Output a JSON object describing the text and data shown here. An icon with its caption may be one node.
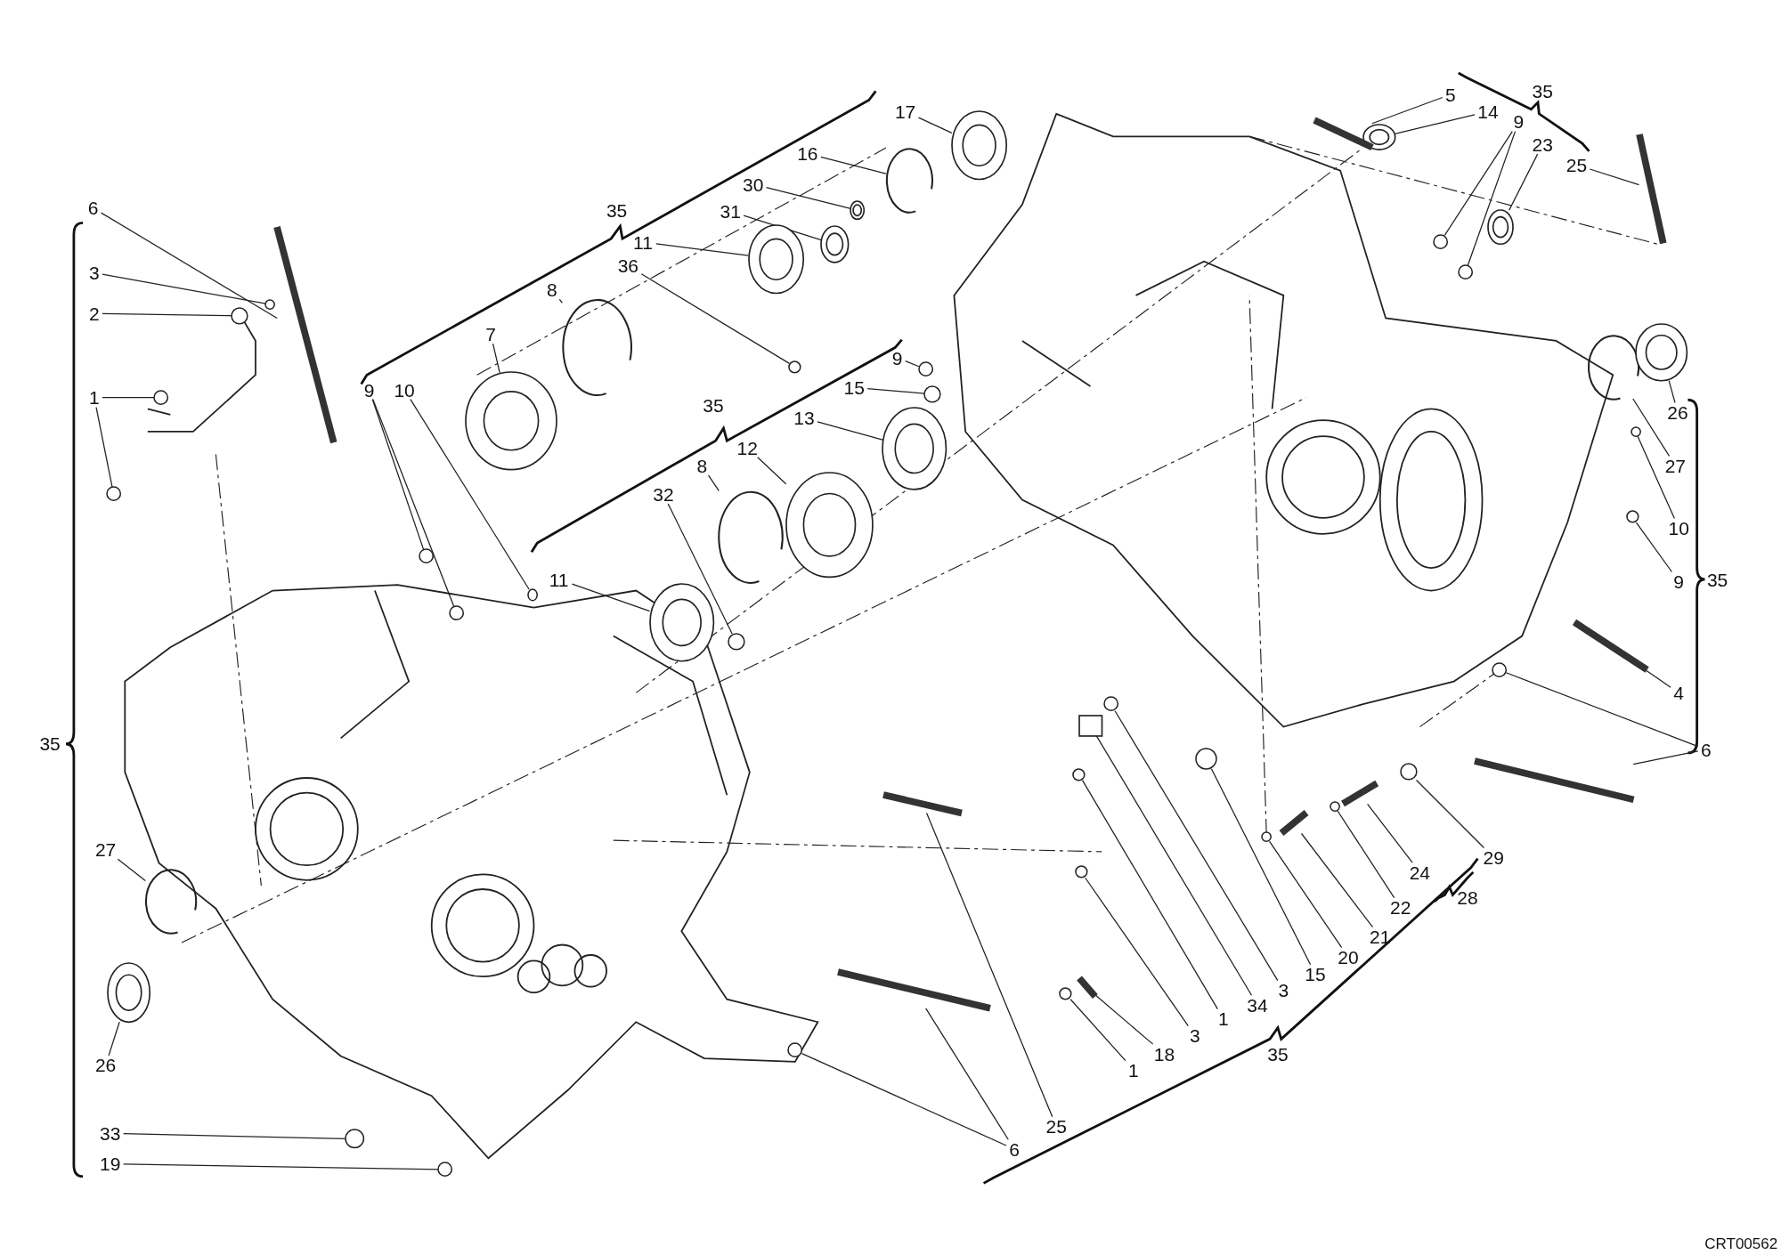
{
  "diagram": {
    "nodes": [
      {
        "text": [
          "6"
        ]
      },
      {
        "text": [
          "3"
        ]
      },
      {
        "text": [
          "2"
        ]
      },
      {
        "text": [
          "1"
        ]
      },
      {
        "text": [
          "27"
        ]
      },
      {
        "text": [
          "26"
        ]
      },
      {
        "text": [
          "33"
        ]
      },
      {
        "text": [
          "19"
        ]
      },
      {
        "text": [
          "9"
        ]
      },
      {
        "text": [
          "10"
        ]
      },
      {
        "text": [
          "7"
        ]
      },
      {
        "text": [
          "8"
        ]
      },
      {
        "text": [
          "11"
        ]
      },
      {
        "text": [
          "31"
        ]
      },
      {
        "text": [
          "30"
        ]
      },
      {
        "text": [
          "36"
        ]
      },
      {
        "text": [
          "16"
        ]
      },
      {
        "text": [
          "17"
        ]
      },
      {
        "text": [
          "9"
        ]
      },
      {
        "text": [
          "15"
        ]
      },
      {
        "text": [
          "13"
        ]
      },
      {
        "text": [
          "12"
        ]
      },
      {
        "text": [
          "8"
        ]
      },
      {
        "text": [
          "32"
        ]
      },
      {
        "text": [
          "11"
        ]
      },
      {
        "text": [
          "25"
        ]
      },
      {
        "text": [
          "6"
        ]
      },
      {
        "text": [
          "1"
        ]
      },
      {
        "text": [
          "18"
        ]
      },
      {
        "text": [
          "3"
        ]
      },
      {
        "text": [
          "1"
        ]
      },
      {
        "text": [
          "34"
        ]
      },
      {
        "text": [
          "3"
        ]
      },
      {
        "text": [
          "15"
        ]
      },
      {
        "text": [
          "20"
        ]
      },
      {
        "text": [
          "21"
        ]
      },
      {
        "text": [
          "22"
        ]
      },
      {
        "text": [
          "24"
        ]
      },
      {
        "text": [
          "29"
        ]
      },
      {
        "text": [
          "6"
        ]
      },
      {
        "text": [
          "4"
        ]
      },
      {
        "text": [
          "9"
        ]
      },
      {
        "text": [
          "10"
        ]
      },
      {
        "text": [
          "27"
        ]
      },
      {
        "text": [
          "26"
        ]
      },
      {
        "text": [
          "25"
        ]
      },
      {
        "text": [
          "23"
        ]
      },
      {
        "text": [
          "9"
        ]
      },
      {
        "text": [
          "14"
        ]
      },
      {
        "text": [
          "5"
        ]
      },
      {
        "text": [],
        "shape": "bar"
      },
      {
        "text": [],
        "shape": "circle"
      },
      {
        "text": [],
        "shape": "circle"
      },
      {
        "text": [],
        "shape": "circle"
      },
      {
        "text": [],
        "shape": "circle"
      },
      {
        "text": [],
        "shape": "ring"
      },
      {
        "text": [],
        "shape": "cylinder"
      },
      {
        "text": [],
        "shape": "circle"
      },
      {
        "text": [],
        "shape": "circle"
      },
      {
        "text": [],
        "shape": "circle"
      },
      {
        "text": [],
        "shape": "circle"
      },
      {
        "text": [],
        "shape": "circle"
      },
      {
        "text": [],
        "shape": "cylinder"
      },
      {
        "text": [],
        "shape": "ring"
      },
      {
        "text": [],
        "shape": "cylinder"
      },
      {
        "text": [],
        "shape": "cylinder"
      },
      {
        "text": [],
        "shape": "cylinder"
      },
      {
        "text": [],
        "shape": "circle"
      },
      {
        "text": [],
        "shape": "ring"
      },
      {
        "text": [],
        "shape": "cylinder"
      },
      {
        "text": [],
        "shape": "circle"
      },
      {
        "text": [],
        "shape": "circle"
      },
      {
        "text": [],
        "shape": "cylinder"
      },
      {
        "text": [],
        "shape": "cylinder"
      },
      {
        "text": [],
        "shape": "ring"
      },
      {
        "text": [],
        "shape": "circle"
      },
      {
        "text": [],
        "shape": "cylinder"
      },
      {
        "text": [],
        "shape": "bar"
      },
      {
        "text": [],
        "shape": "bar"
      },
      {
        "text": [],
        "shape": "circle"
      },
      {
        "text": [],
        "shape": "circle"
      },
      {
        "text": [],
        "shape": "bar"
      },
      {
        "text": [],
        "shape": "circle"
      },
      {
        "text": [],
        "shape": "circle"
      },
      {
        "text": [],
        "shape": "box"
      },
      {
        "text": [],
        "shape": "circle"
      },
      {
        "text": [],
        "shape": "circle"
      },
      {
        "text": [],
        "shape": "circle"
      },
      {
        "text": [],
        "shape": "bar"
      },
      {
        "text": [],
        "shape": "circle"
      },
      {
        "text": [],
        "shape": "bar"
      },
      {
        "text": [],
        "shape": "circle"
      },
      {
        "text": [],
        "shape": "bar"
      },
      {
        "text": [],
        "shape": "circle"
      },
      {
        "text": [],
        "shape": "bar"
      },
      {
        "text": [],
        "shape": "circle"
      },
      {
        "text": [],
        "shape": "circle"
      },
      {
        "text": [],
        "shape": "ring"
      },
      {
        "text": [],
        "shape": "cylinder"
      },
      {
        "text": [],
        "shape": "bar"
      },
      {
        "text": [],
        "shape": "cylinder"
      },
      {
        "text": [],
        "shape": "circle"
      },
      {
        "text": [],
        "shape": "circle"
      },
      {
        "text": [],
        "shape": "cylinder"
      },
      {
        "text": [],
        "shape": "bar"
      }
    ],
    "edges": [
      {
        "from": 0,
        "to": 50,
        "arrow": "none"
      },
      {
        "from": 1,
        "to": 51,
        "arrow": "none"
      },
      {
        "from": 2,
        "to": 52,
        "arrow": "none"
      },
      {
        "from": 3,
        "to": 53,
        "arrow": "none"
      },
      {
        "from": 3,
        "to": 54,
        "arrow": "none"
      },
      {
        "from": 4,
        "to": 55,
        "arrow": "none"
      },
      {
        "from": 5,
        "to": 56,
        "arrow": "none"
      },
      {
        "from": 6,
        "to": 57,
        "arrow": "none"
      },
      {
        "from": 7,
        "to": 58,
        "arrow": "none"
      },
      {
        "from": 8,
        "to": 59,
        "arrow": "none"
      },
      {
        "from": 8,
        "to": 60,
        "arrow": "none"
      },
      {
        "from": 9,
        "to": 61,
        "arrow": "none"
      },
      {
        "from": 10,
        "to": 62,
        "arrow": "none"
      },
      {
        "from": 11,
        "to": 63,
        "arrow": "none"
      },
      {
        "from": 12,
        "to": 64,
        "arrow": "none"
      },
      {
        "from": 13,
        "to": 65,
        "arrow": "none"
      },
      {
        "from": 14,
        "to": 66,
        "arrow": "none"
      },
      {
        "from": 15,
        "to": 67,
        "arrow": "none"
      },
      {
        "from": 16,
        "to": 68,
        "arrow": "none"
      },
      {
        "from": 17,
        "to": 69,
        "arrow": "none"
      },
      {
        "from": 18,
        "to": 70,
        "arrow": "none"
      },
      {
        "from": 19,
        "to": 71,
        "arrow": "none"
      },
      {
        "from": 20,
        "to": 72,
        "arrow": "none"
      },
      {
        "from": 21,
        "to": 73,
        "arrow": "none"
      },
      {
        "from": 22,
        "to": 74,
        "arrow": "none"
      },
      {
        "from": 23,
        "to": 75,
        "arrow": "none"
      },
      {
        "from": 24,
        "to": 76,
        "arrow": "none"
      },
      {
        "from": 25,
        "to": 77,
        "arrow": "none"
      },
      {
        "from": 26,
        "to": 78,
        "arrow": "none"
      },
      {
        "from": 26,
        "to": 79,
        "arrow": "none"
      },
      {
        "from": 27,
        "to": 80,
        "arrow": "none"
      },
      {
        "from": 28,
        "to": 81,
        "arrow": "none"
      },
      {
        "from": 29,
        "to": 82,
        "arrow": "none"
      },
      {
        "from": 30,
        "to": 83,
        "arrow": "none"
      },
      {
        "from": 31,
        "to": 84,
        "arrow": "none"
      },
      {
        "from": 32,
        "to": 85,
        "arrow": "none"
      },
      {
        "from": 33,
        "to": 86,
        "arrow": "none"
      },
      {
        "from": 34,
        "to": 87,
        "arrow": "none"
      },
      {
        "from": 35,
        "to": 88,
        "arrow": "none"
      },
      {
        "from": 36,
        "to": 89,
        "arrow": "none"
      },
      {
        "from": 37,
        "to": 90,
        "arrow": "none"
      },
      {
        "from": 38,
        "to": 91,
        "arrow": "none"
      },
      {
        "from": 39,
        "to": 92,
        "arrow": "none"
      },
      {
        "from": 39,
        "to": 93,
        "arrow": "none"
      },
      {
        "from": 40,
        "to": 94,
        "arrow": "none"
      },
      {
        "from": 41,
        "to": 95,
        "arrow": "none"
      },
      {
        "from": 42,
        "to": 96,
        "arrow": "none"
      },
      {
        "from": 43,
        "to": 97,
        "arrow": "none"
      },
      {
        "from": 44,
        "to": 98,
        "arrow": "none"
      },
      {
        "from": 45,
        "to": 99,
        "arrow": "none"
      },
      {
        "from": 46,
        "to": 100,
        "arrow": "none"
      },
      {
        "from": 47,
        "to": 101,
        "arrow": "none"
      },
      {
        "from": 47,
        "to": 102,
        "arrow": "none"
      },
      {
        "from": 48,
        "to": 103,
        "arrow": "none"
      },
      {
        "from": 49,
        "to": 104,
        "arrow": "none"
      }
    ],
    "labels": [
      "35",
      "35",
      "35",
      "35",
      "35",
      "35",
      "28",
      "CRT00562"
    ]
  }
}
